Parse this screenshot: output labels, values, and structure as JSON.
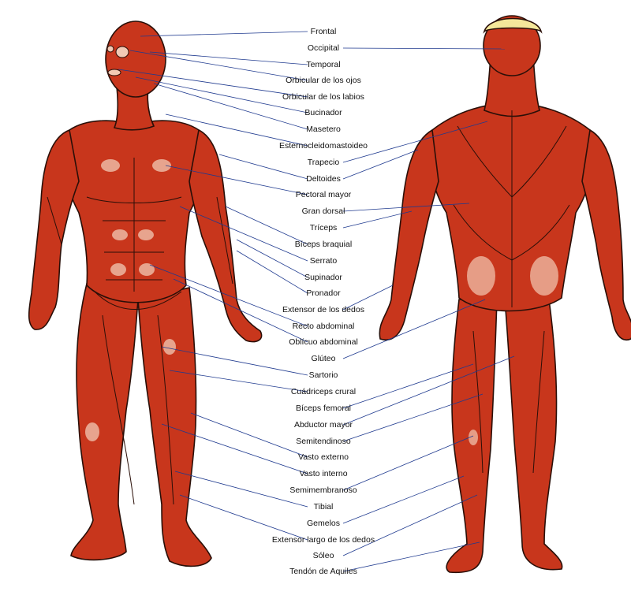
{
  "colors": {
    "muscle": "#c8361c",
    "muscle_dark": "#8e2210",
    "highlight": "#f2c9b4",
    "outline": "#2a0f08",
    "leader": "#1f3a8f",
    "hair": "#f4e79a"
  },
  "labels": [
    "Frontal",
    "Occipital",
    "Temporal",
    "Orbicular de los ojos",
    "Orbicular de los labios",
    "Bucinador",
    "Masetero",
    "Esternocleidomastoideo",
    "Trapecio",
    "Deltoides",
    "Pectoral mayor",
    "Gran dorsal",
    "Tríceps",
    "Bíceps braquial",
    "Serrato",
    "Supinador",
    "Pronador",
    "Extensor de los dedos",
    "Recto abdominal",
    "Oblícuo abdominal",
    "Glúteo",
    "Sartorio",
    "Cuádriceps crural",
    "Bíceps femoral",
    "Abductor mayor",
    "Semitendinoso",
    "Vasto externo",
    "Vasto interno",
    "Semimembranoso",
    "Tibial",
    "Gemelos",
    "Extensor largo de los dedos",
    "Sóleo",
    "Tendón de Aquiles"
  ]
}
